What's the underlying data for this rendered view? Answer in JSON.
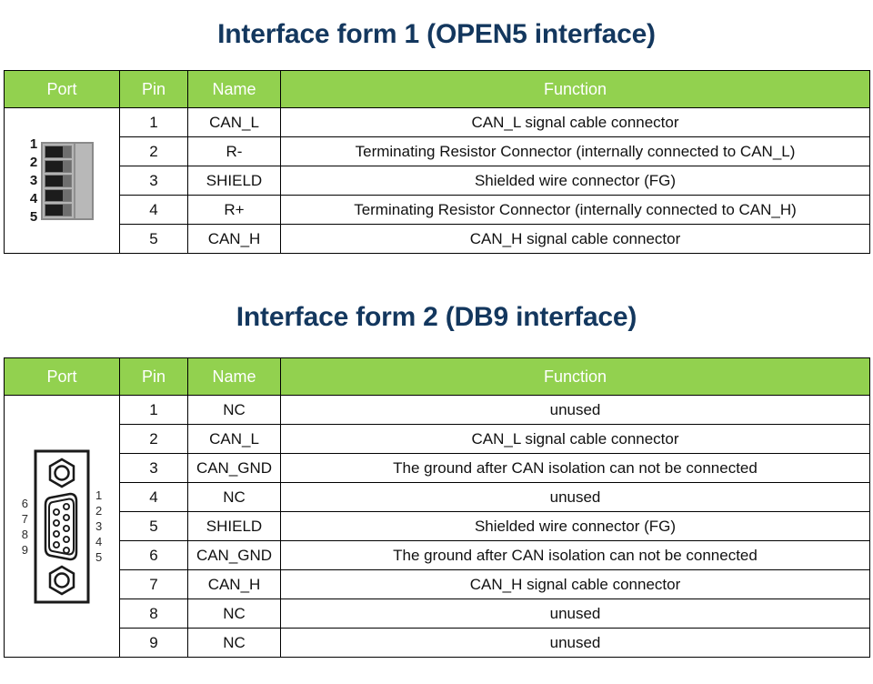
{
  "document": {
    "sections": [
      {
        "id": "interface-form-1",
        "title": "Interface form 1 (OPEN5 interface)",
        "connector": {
          "type": "open5-terminal-block",
          "pin_labels": [
            "1",
            "2",
            "3",
            "4",
            "5"
          ]
        },
        "columns": [
          "Port",
          "Pin",
          "Name",
          "Function"
        ],
        "rows": [
          {
            "pin": "1",
            "name": "CAN_L",
            "function": "CAN_L signal cable connector"
          },
          {
            "pin": "2",
            "name": "R-",
            "function": "Terminating Resistor Connector (internally connected to CAN_L)"
          },
          {
            "pin": "3",
            "name": "SHIELD",
            "function": "Shielded wire connector (FG)"
          },
          {
            "pin": "4",
            "name": "R+",
            "function": "Terminating Resistor Connector (internally connected to CAN_H)"
          },
          {
            "pin": "5",
            "name": "CAN_H",
            "function": "CAN_H signal cable connector"
          }
        ]
      },
      {
        "id": "interface-form-2",
        "title": "Interface form 2 (DB9 interface)",
        "connector": {
          "type": "db9-dsub",
          "left_pin_labels": [
            "6",
            "7",
            "8",
            "9"
          ],
          "right_pin_labels": [
            "1",
            "2",
            "3",
            "4",
            "5"
          ]
        },
        "columns": [
          "Port",
          "Pin",
          "Name",
          "Function"
        ],
        "rows": [
          {
            "pin": "1",
            "name": "NC",
            "function": "unused"
          },
          {
            "pin": "2",
            "name": "CAN_L",
            "function": "CAN_L signal cable connector"
          },
          {
            "pin": "3",
            "name": "CAN_GND",
            "function": "The ground after CAN isolation can not be connected"
          },
          {
            "pin": "4",
            "name": "NC",
            "function": "unused"
          },
          {
            "pin": "5",
            "name": "SHIELD",
            "function": "Shielded wire connector (FG)"
          },
          {
            "pin": "6",
            "name": "CAN_GND",
            "function": "The ground after CAN isolation can not be connected"
          },
          {
            "pin": "7",
            "name": "CAN_H",
            "function": "CAN_H signal cable connector"
          },
          {
            "pin": "8",
            "name": "NC",
            "function": "unused"
          },
          {
            "pin": "9",
            "name": "NC",
            "function": "unused"
          }
        ]
      }
    ],
    "colors": {
      "header_green": "#92d14f",
      "title_navy": "#13375e",
      "border_black": "#000000",
      "connector_gray": "#b5b5b5"
    }
  }
}
